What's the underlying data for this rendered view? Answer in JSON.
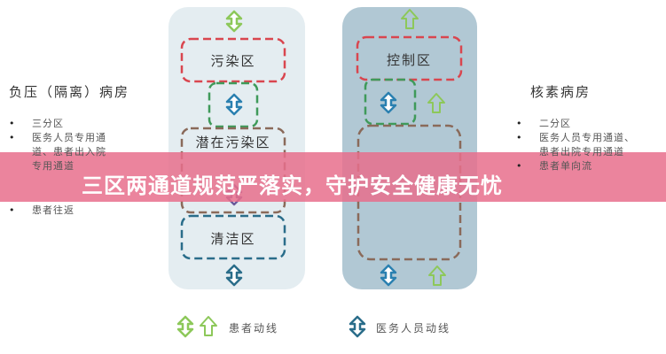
{
  "left": {
    "title": "负压（隔离）病房",
    "items": [
      "三分区",
      "医务人员专用通道、患者出入院专用通道",
      "患者往返"
    ]
  },
  "right": {
    "title": "核素病房",
    "items": [
      "二分区",
      "医务人员专用通道、患者出院专用通道",
      "患者单向流"
    ]
  },
  "diagram": {
    "left_zones": [
      "污染区",
      "潜在污染区",
      "清洁区"
    ],
    "right_zones": [
      "控制区"
    ]
  },
  "legend": {
    "patient_label": "患者动线",
    "staff_label": "医务人员动线"
  },
  "banner": {
    "text": "三区两通道规范严落实，守护安全健康无忧"
  },
  "colors": {
    "left_panel": "#e4edf1",
    "right_panel": "#b1c8d4",
    "contaminated": "#d9464f",
    "buffer": "#3f9a5a",
    "potential": "#8a6a5a",
    "clean": "#2a6d8a",
    "patient_arrow": "#8dc85a",
    "staff_arrow": "#2a80b0",
    "banner": "#e86e8c"
  }
}
